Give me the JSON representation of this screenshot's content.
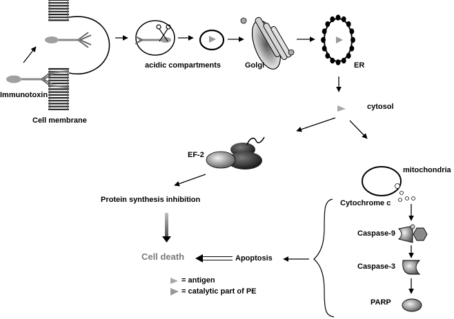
{
  "labels": {
    "immunotoxin": "Immunotoxin",
    "cell_membrane": "Cell membrane",
    "acidic_compartments": "acidic compartments",
    "golgi": "Golgi",
    "er": "ER",
    "cytosol": "cytosol",
    "ef2": "EF-2",
    "mitochondria": "mitochondria",
    "cytochrome_c": "Cytochrome c",
    "protein_synthesis_inhibition": "Protein synthesis inhibition",
    "caspase9": "Caspase-9",
    "caspase3": "Caspase-3",
    "parp": "PARP",
    "apoptosis": "Apoptosis",
    "cell_death": "Cell death"
  },
  "legend": {
    "antigen": "= antigen",
    "catalytic": "= catalytic part of PE"
  }
}
